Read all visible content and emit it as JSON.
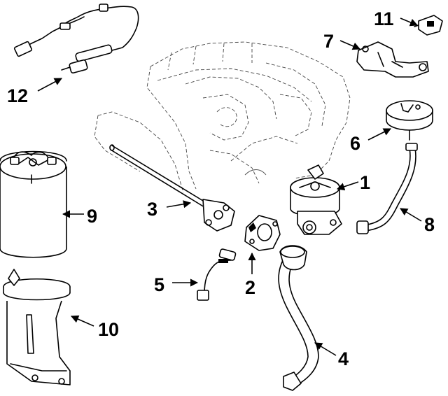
{
  "diagram": {
    "callouts": [
      {
        "id": "egr-valve",
        "number": "1"
      },
      {
        "id": "gasket",
        "number": "2"
      },
      {
        "id": "egr-tube",
        "number": "3"
      },
      {
        "id": "egr-pipe",
        "number": "4"
      },
      {
        "id": "temperature-sensor",
        "number": "5"
      },
      {
        "id": "vacuum-modulator",
        "number": "6"
      },
      {
        "id": "bracket",
        "number": "7"
      },
      {
        "id": "vacuum-hose",
        "number": "8"
      },
      {
        "id": "canister",
        "number": "9"
      },
      {
        "id": "canister-bracket",
        "number": "10"
      },
      {
        "id": "solenoid",
        "number": "11"
      },
      {
        "id": "oxygen-sensor",
        "number": "12"
      }
    ]
  }
}
